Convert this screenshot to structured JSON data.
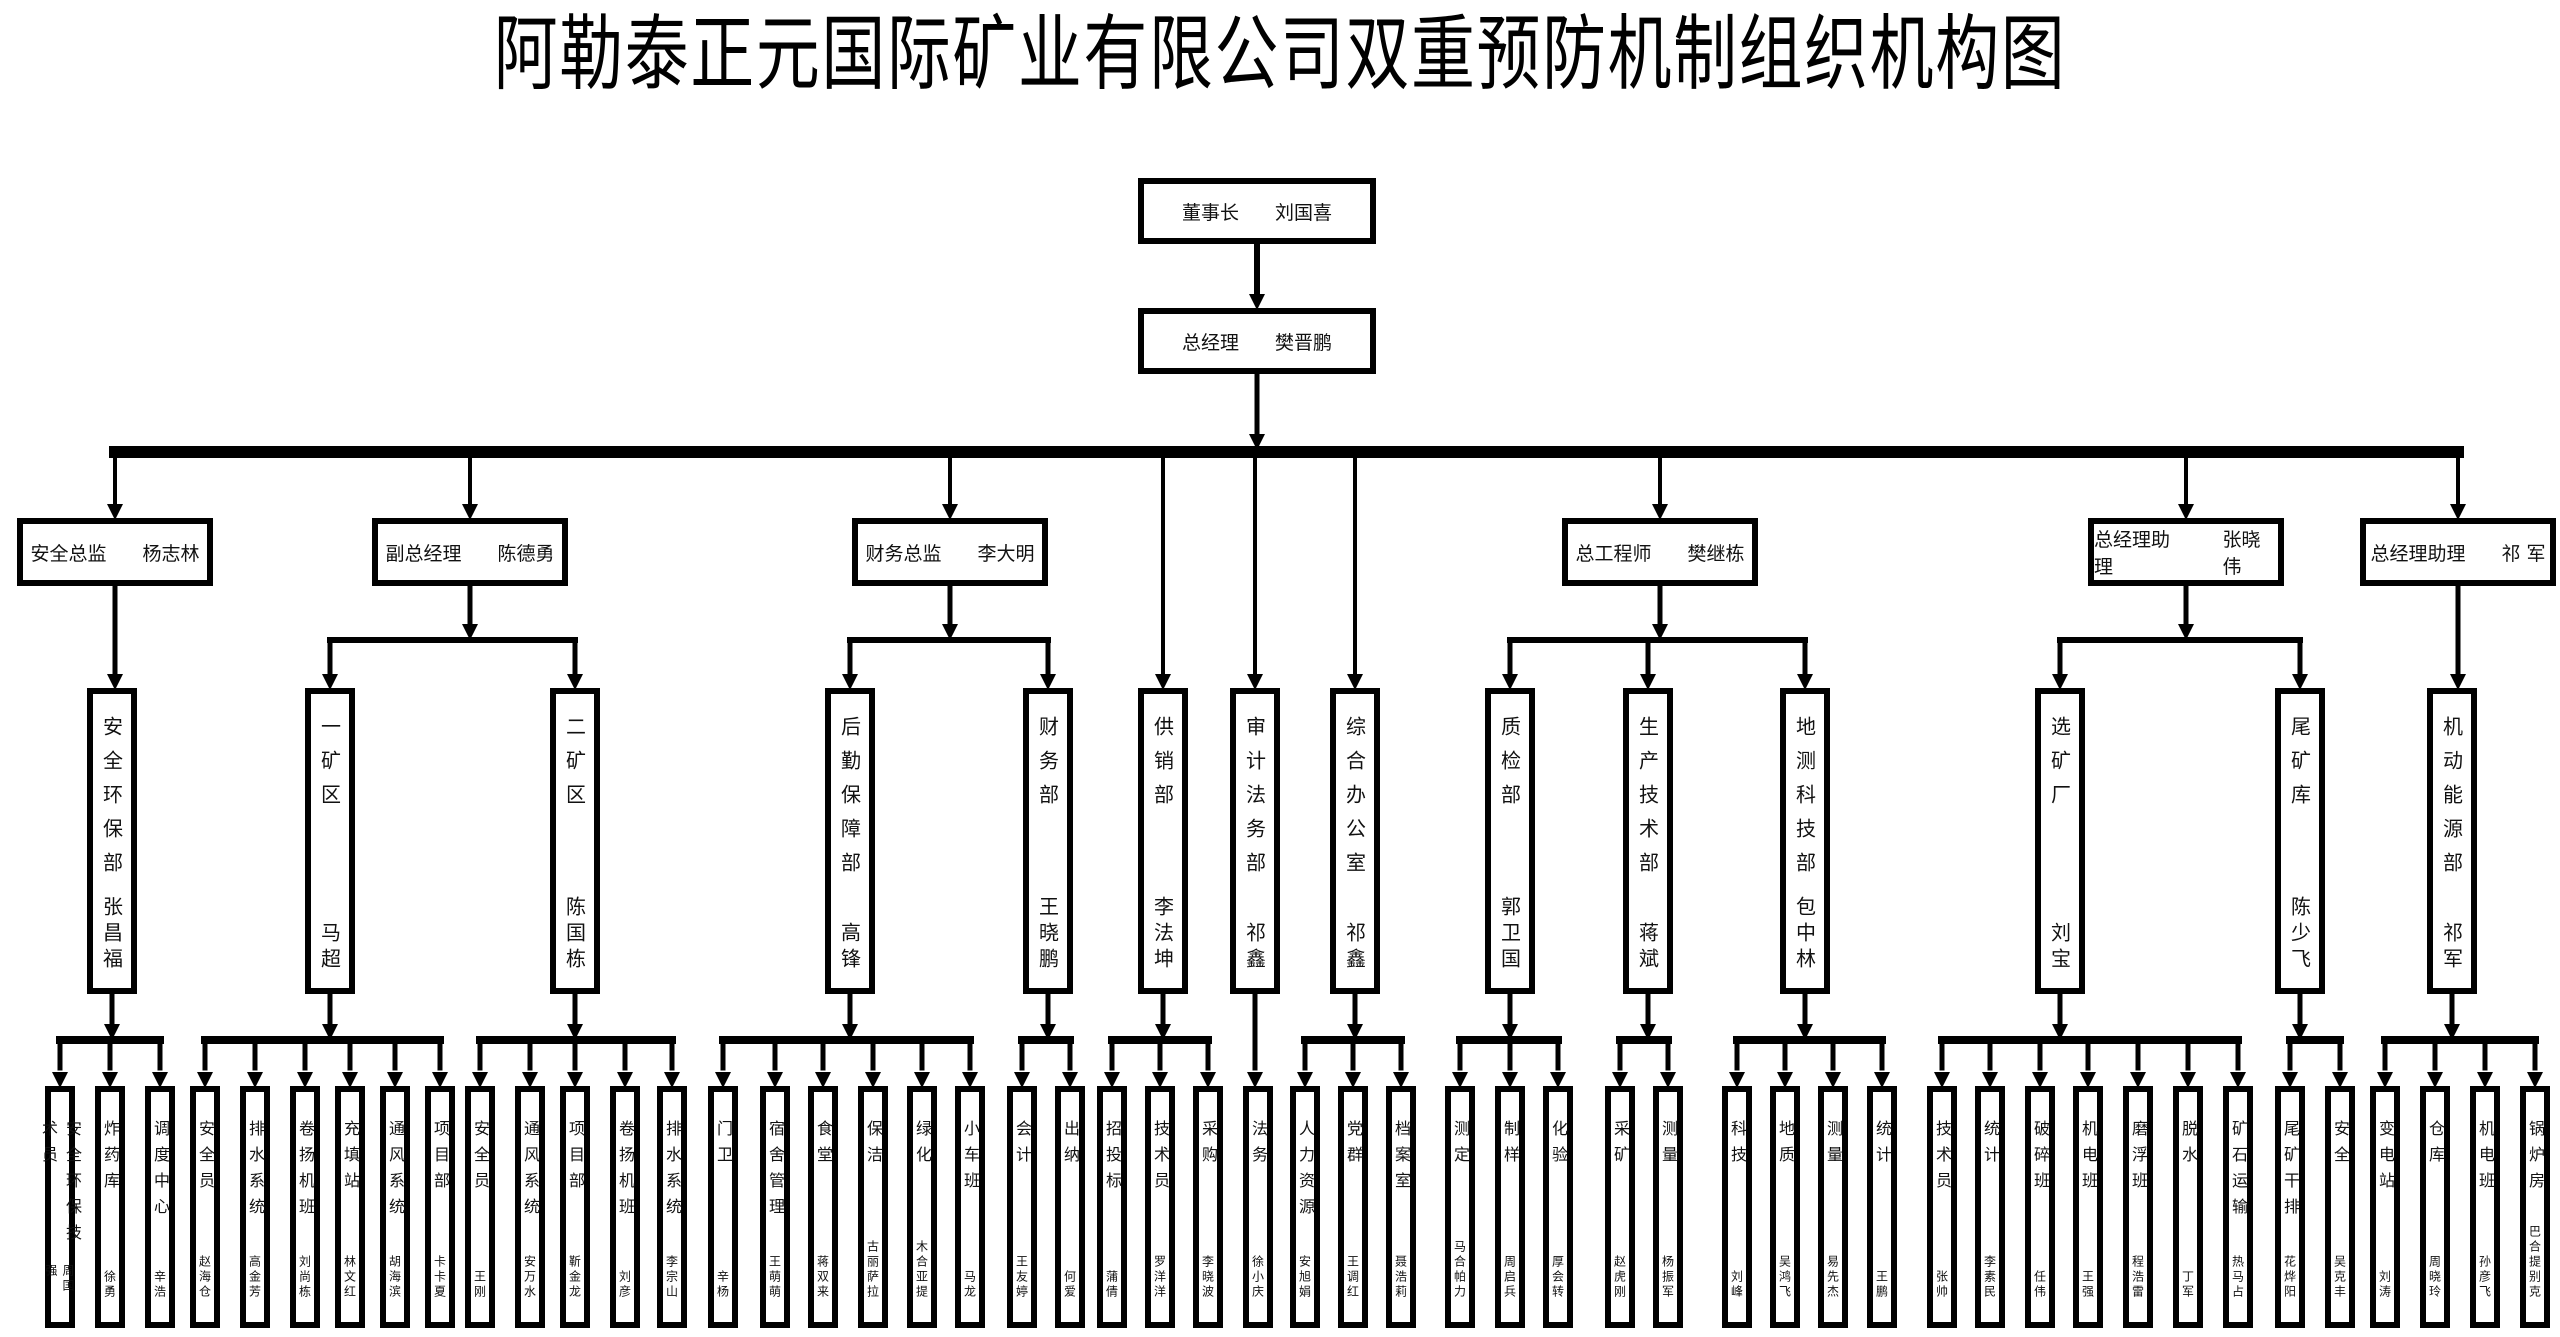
{
  "title": "阿勒泰正元国际矿业有限公司双重预防机制组织机构图",
  "chairman": {
    "role": "董事长",
    "person": "刘国喜"
  },
  "general_manager": {
    "role": "总经理",
    "person": "樊晋鹏"
  },
  "executives": [
    {
      "role": "安全总监",
      "person": "杨志林"
    },
    {
      "role": "副总经理",
      "person": "陈德勇"
    },
    {
      "role": "财务总监",
      "person": "李大明"
    },
    {
      "role": "总工程师",
      "person": "樊继栋"
    },
    {
      "role": "总经理助理",
      "person": "张晓伟"
    },
    {
      "role": "总经理助理",
      "person": "祁 军"
    }
  ],
  "departments": [
    {
      "name": "安全环保部",
      "person": "张昌福",
      "parent": 0,
      "units": [
        {
          "name": "安全环保技术员",
          "person": "周国强"
        },
        {
          "name": "炸药库",
          "person": "徐勇"
        },
        {
          "name": "调度中心",
          "person": "辛浩"
        }
      ]
    },
    {
      "name": "一矿区",
      "person": "马超",
      "parent": 1,
      "units": [
        {
          "name": "安全员",
          "person": "赵海仓"
        },
        {
          "name": "排水系统",
          "person": "高金芳"
        },
        {
          "name": "卷扬机班",
          "person": "刘尚栋"
        },
        {
          "name": "充填站",
          "person": "林文红"
        },
        {
          "name": "通风系统",
          "person": "胡海滨"
        },
        {
          "name": "项目部",
          "person": "卡卡夏"
        }
      ]
    },
    {
      "name": "二矿区",
      "person": "陈国栋",
      "parent": 1,
      "units": [
        {
          "name": "安全员",
          "person": "王刚"
        },
        {
          "name": "通风系统",
          "person": "安万水"
        },
        {
          "name": "项目部",
          "person": "靳金龙"
        },
        {
          "name": "卷扬机班",
          "person": "刘彦"
        },
        {
          "name": "排水系统",
          "person": "李宗山"
        }
      ]
    },
    {
      "name": "后勤保障部",
      "person": "高锋",
      "parent": 2,
      "units": [
        {
          "name": "门卫",
          "person": "辛杨"
        },
        {
          "name": "宿舍管理",
          "person": "王萌萌"
        },
        {
          "name": "食堂",
          "person": "蒋双来"
        },
        {
          "name": "保洁",
          "person": "古丽萨拉"
        },
        {
          "name": "绿化",
          "person": "木合亚提"
        },
        {
          "name": "小车班",
          "person": "马龙"
        }
      ]
    },
    {
      "name": "财务部",
      "person": "王晓鹏",
      "parent": 2,
      "units": [
        {
          "name": "会计",
          "person": "王友婷"
        },
        {
          "name": "出纳",
          "person": "何爱"
        }
      ]
    },
    {
      "name": "供销部",
      "person": "李法坤",
      "parent": "gm",
      "units": [
        {
          "name": "招投标",
          "person": "蒲倩"
        },
        {
          "name": "技术员",
          "person": "罗洋洋"
        },
        {
          "name": "采购",
          "person": "李晓波"
        }
      ]
    },
    {
      "name": "审计法务部",
      "person": "祁鑫",
      "parent": "gm",
      "units": [
        {
          "name": "法务",
          "person": "徐小庆"
        }
      ]
    },
    {
      "name": "综合办公室",
      "person": "祁鑫",
      "parent": "gm",
      "units": [
        {
          "name": "人力资源",
          "person": "安旭娟"
        },
        {
          "name": "党群",
          "person": "王调红"
        },
        {
          "name": "档案室",
          "person": "聂浩莉"
        }
      ]
    },
    {
      "name": "质检部",
      "person": "郭卫国",
      "parent": 3,
      "units": [
        {
          "name": "测定",
          "person": "马合帕力"
        },
        {
          "name": "制样",
          "person": "周启兵"
        },
        {
          "name": "化验",
          "person": "厚会转"
        }
      ]
    },
    {
      "name": "生产技术部",
      "person": "蒋斌",
      "parent": 3,
      "units": [
        {
          "name": "采矿",
          "person": "赵虎刚"
        },
        {
          "name": "测量",
          "person": "杨振军"
        }
      ]
    },
    {
      "name": "地测科技部",
      "person": "包中林",
      "parent": 3,
      "units": [
        {
          "name": "科技",
          "person": "刘峰"
        },
        {
          "name": "地质",
          "person": "吴鸿飞"
        },
        {
          "name": "测量",
          "person": "易先杰"
        },
        {
          "name": "统计",
          "person": "王鹏"
        }
      ]
    },
    {
      "name": "选矿厂",
      "person": "刘宝",
      "parent": 4,
      "units": [
        {
          "name": "技术员",
          "person": "张帅"
        },
        {
          "name": "统计",
          "person": "李素民"
        },
        {
          "name": "破碎班",
          "person": "任伟"
        },
        {
          "name": "机电班",
          "person": "王强"
        },
        {
          "name": "磨浮班",
          "person": "程浩雷"
        },
        {
          "name": "脱水",
          "person": "丁军"
        },
        {
          "name": "矿石运输",
          "person": "热马占"
        }
      ]
    },
    {
      "name": "尾矿库",
      "person": "陈少飞",
      "parent": 4,
      "units": [
        {
          "name": "尾矿干排",
          "person": "花烨阳"
        },
        {
          "name": "安全",
          "person": "吴克丰"
        }
      ]
    },
    {
      "name": "机动能源部",
      "person": "祁军",
      "parent": 5,
      "units": [
        {
          "name": "变电站",
          "person": "刘涛"
        },
        {
          "name": "仓库",
          "person": "周晓玲"
        },
        {
          "name": "机电班",
          "person": "孙彦飞"
        },
        {
          "name": "锅炉房",
          "person": "巴合提别克"
        }
      ]
    }
  ]
}
